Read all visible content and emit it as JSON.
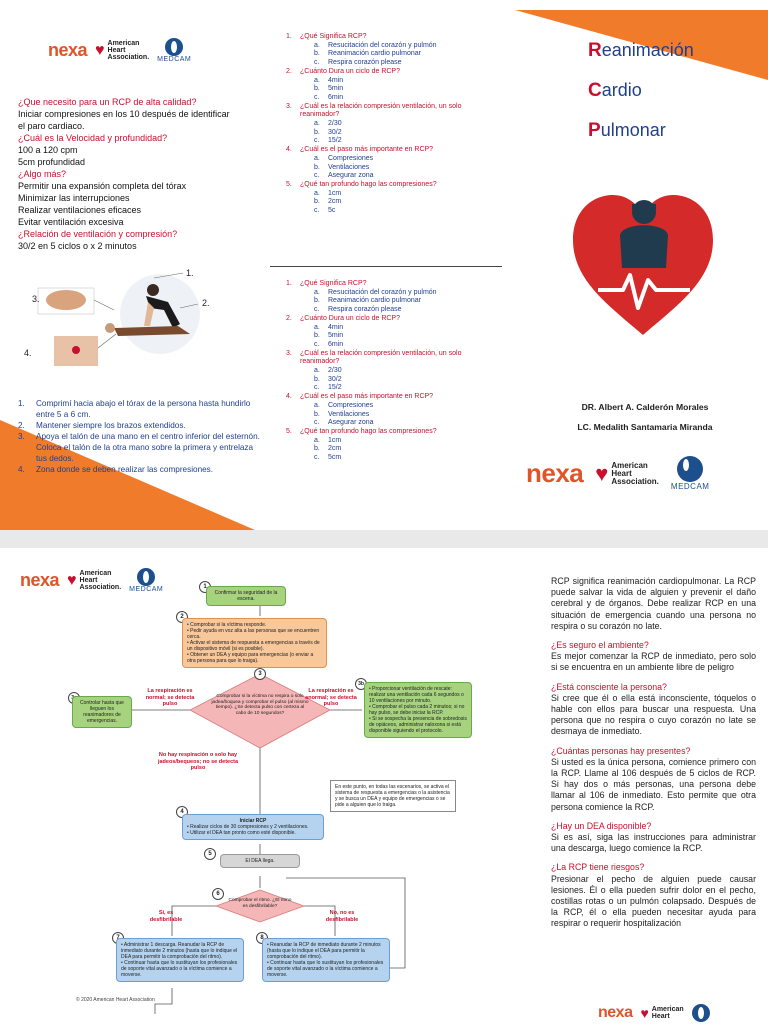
{
  "brand": {
    "nexa": "nexa",
    "aha_line1": "American",
    "aha_line2": "Heart",
    "aha_line3": "Association.",
    "medcam": "MEDCAM"
  },
  "left": {
    "items": [
      {
        "kind": "q",
        "text": "¿Que necesito para un RCP de alta calidad?"
      },
      {
        "kind": "a",
        "text": "Iniciar compresiones en los 10 después de identificar"
      },
      {
        "kind": "a",
        "text": " el paro cardiaco."
      },
      {
        "kind": "q",
        "text": "¿Cuál es la Velocidad y profundidad?"
      },
      {
        "kind": "a",
        "text": "100 a 120 cpm"
      },
      {
        "kind": "a",
        "text": "5cm profundidad"
      },
      {
        "kind": "q",
        "text": "¿Algo más?"
      },
      {
        "kind": "a",
        "text": "Permitir una expansión completa del tórax"
      },
      {
        "kind": "a",
        "text": "Minimizar las interrupciones"
      },
      {
        "kind": "a",
        "text": "Realizar ventilaciones eficaces"
      },
      {
        "kind": "a",
        "text": "Evitar ventilación excesiva"
      },
      {
        "kind": "q",
        "text": "¿Relación de ventilación y compresión?"
      },
      {
        "kind": "a",
        "text": "30/2 en 5 ciclos o x 2 minutos"
      }
    ],
    "figure_labels": [
      "1.",
      "2.",
      "3.",
      "4."
    ],
    "steps": [
      {
        "n": "1.",
        "text": "Comprimí hacia abajo el tórax de la persona hasta hundirlo entre 5 a 6 cm."
      },
      {
        "n": "2.",
        "text": "Mantener siempre los brazos extendidos."
      },
      {
        "n": "3.",
        "text": "Apoya el talón de una mano en el centro inferior del esternón. Coloca el talón de la otra mano sobre la primera y entrelaza tus dedos."
      },
      {
        "n": "4.",
        "text": "Zona donde se deben realizar las compresiones."
      }
    ]
  },
  "quiz_a": [
    {
      "n": "1.",
      "q": "¿Qué Significa RCP?",
      "opts": [
        {
          "l": "a.",
          "t": "Resucitación del corazón y pulmón"
        },
        {
          "l": "b.",
          "t": "Reanimación cardio pulmonar"
        },
        {
          "l": "c.",
          "t": "Respira corazón please"
        }
      ]
    },
    {
      "n": "2.",
      "q": "¿Cuánto Dura un ciclo de RCP?",
      "opts": [
        {
          "l": "a.",
          "t": "4min"
        },
        {
          "l": "b.",
          "t": "5min"
        },
        {
          "l": "c.",
          "t": "6min"
        }
      ]
    },
    {
      "n": "3.",
      "q": "¿Cuál es la relación compresión ventilación, un solo reanimador?",
      "opts": [
        {
          "l": "a.",
          "t": "2/30"
        },
        {
          "l": "b.",
          "t": "30/2"
        },
        {
          "l": "c.",
          "t": "15/2"
        }
      ]
    },
    {
      "n": "4.",
      "q": "¿Cuál es el paso más importante en RCP?",
      "opts": [
        {
          "l": "a.",
          "t": "Compresiones"
        },
        {
          "l": "b.",
          "t": "Ventilaciones"
        },
        {
          "l": "c.",
          "t": "Asegurar zona"
        }
      ]
    },
    {
      "n": "5.",
      "q": "¿Qué tan profundo hago las compresiones?",
      "opts": [
        {
          "l": "a.",
          "t": "1cm"
        },
        {
          "l": "b.",
          "t": "2cm"
        },
        {
          "l": "c.",
          "t": "5c"
        }
      ]
    }
  ],
  "quiz_b": [
    {
      "n": "1.",
      "q": "¿Qué Significa RCP?",
      "opts": [
        {
          "l": "a.",
          "t": "Resucitación del corazón y pulmón"
        },
        {
          "l": "b.",
          "t": "Reanimación cardio pulmonar"
        },
        {
          "l": "c.",
          "t": "Respira corazón please"
        }
      ]
    },
    {
      "n": "2.",
      "q": "¿Cuánto Dura un ciclo de RCP?",
      "opts": [
        {
          "l": "a.",
          "t": "4min"
        },
        {
          "l": "b.",
          "t": "5min"
        },
        {
          "l": "c.",
          "t": "6min"
        }
      ]
    },
    {
      "n": "3.",
      "q": "¿Cuál es la relación compresión ventilación, un solo reanimador?",
      "opts": [
        {
          "l": "a.",
          "t": "2/30"
        },
        {
          "l": "b.",
          "t": "30/2"
        },
        {
          "l": "c.",
          "t": "15/2"
        }
      ]
    },
    {
      "n": "4.",
      "q": "¿Cuál es el paso más importante en RCP?",
      "opts": [
        {
          "l": "a.",
          "t": "Compresiones"
        },
        {
          "l": "b.",
          "t": "Ventilaciones"
        },
        {
          "l": "c.",
          "t": "Asegurar zona"
        }
      ]
    },
    {
      "n": "5.",
      "q": "¿Qué tan profundo hago las compresiones?",
      "opts": [
        {
          "l": "a.",
          "t": "1cm"
        },
        {
          "l": "b.",
          "t": "2cm"
        },
        {
          "l": "c.",
          "t": "5cm"
        }
      ]
    }
  ],
  "title": {
    "w1_cap": "R",
    "w1_rest": "eanimación",
    "w2_cap": "C",
    "w2_rest": "ardio",
    "w3_cap": "P",
    "w3_rest": "ulmonar"
  },
  "authors": {
    "a1": "DR. Albert A. Calderón Morales",
    "a2": "LC. Medalith Santamaria Miranda"
  },
  "flow": {
    "b1": "Confirmar la seguridad de la escena.",
    "b2": "• Comprobar si la víctima responde.\n• Pedir ayuda en voz alta a las personas que se encuentren cerca.\n• Activar el sistema de respuesta a emergencias a través de un dispositivo móvil (si es posible).\n• Obtener un DEA y equipo para emergencias (o enviar a otra persona para que lo traiga).",
    "b3": "Comprobar si la víctima no respira o solo jadea/boquea y comprobar el pulso (al mismo tiempo). ¿Se detecta pulso con certeza al cabo de 10 segundos?",
    "b3a": "Controlar hasta que lleguen los reanimadores de emergencias.",
    "b3b": "• Proporcionar ventilación de rescate: realizar una ventilación cada 6 segundos o 10 ventilaciones por minuto.\n• Comprobar el pulso cada 2 minutos; si no hay pulso, se debe iniciar la RCP.\n• Si se sospecha la presencia de sobredosis de opiáceos, administrar naloxona si está disponible siguiendo el protocolo.",
    "lbl_left": "La respiración es normal; se detecta pulso",
    "lbl_right": "La respiración es anormal; se detecta pulso",
    "lbl_down": "No hay respiración o solo hay jadeos/bequeos; no se detecta pulso",
    "note": "En este punto, en todas las escenarios, se activa el sistema de respuesta a emergencias o la asistencia y se busca un DEA y equipo de emergencias o se pide a alguien que lo traiga.",
    "b4_title": "Iniciar RCP",
    "b4": "• Realizar ciclos de 30 compresiones y 2 ventilaciones.\n• Utilizar el DEA tan pronto como esté disponible.",
    "b5": "El DEA llega.",
    "b6": "Comprobar el ritmo. ¿El ritmo es desfibrilable?",
    "lbl_yes": "Sí, es desfibrilable",
    "lbl_no": "No, no es desfibrilable",
    "b7": "• Administrar 1 descarga. Reanudar la RCP de inmediato durante 2 minutos (hasta que lo indique el DEA para permitir la comprobación del ritmo).\n• Continuar hasta que lo sustituyan los profesionales de soporte vital avanzado o la víctima comience a moverse.",
    "b8": "• Reanudar la RCP de inmediato durante 2 minutos (hasta que lo indique el DEA para permitir la comprobación del ritmo).\n• Continuar hasta que lo sustituyan los profesionales de soporte vital avanzado o la víctima comience a moverse.",
    "nums": [
      "1",
      "2",
      "3",
      "3a",
      "3b",
      "4",
      "5",
      "6",
      "7",
      "8"
    ],
    "copyright": "© 2020 American Heart Association"
  },
  "right2": [
    {
      "kind": "p",
      "text": "RCP significa reanimación cardiopulmonar. La RCP puede salvar la vida de alguien y prevenir el daño cerebral y de órganos. Debe realizar RCP en una situación de emergencia cuando una persona no respira o su corazón no late."
    },
    {
      "kind": "h",
      "text": "¿Es seguro el ambiente?"
    },
    {
      "kind": "p",
      "text": "Es mejor comenzar la RCP de inmediato, pero solo si se encuentra en un ambiente libre de peligro"
    },
    {
      "kind": "h",
      "text": "¿Está consciente la persona?"
    },
    {
      "kind": "p",
      "text": "Si cree que él o ella está inconsciente, tóquelos o hable con ellos para buscar una respuesta. Una persona que no respira o cuyo corazón no late se desmaya de inmediato."
    },
    {
      "kind": "h",
      "text": "¿Cuántas personas hay presentes?"
    },
    {
      "kind": "p",
      "text": "Si usted es la única persona, comience primero con la RCP. Llame al 106 después de 5 ciclos de RCP. Si hay dos o más personas, una persona debe llamar al 106 de inmediato. Esto permite que otra persona comience la RCP."
    },
    {
      "kind": "h",
      "text": "¿Hay un DEA disponible?"
    },
    {
      "kind": "p",
      "text": "Si es así, siga las instrucciones para administrar una descarga, luego comience la RCP."
    },
    {
      "kind": "h",
      "text": "¿La RCP tiene riesgos?"
    },
    {
      "kind": "p",
      "text": "Presionar el pecho de alguien puede causar lesiones. Él o ella pueden sufrir dolor en el pecho, costillas rotas o un pulmón colapsado. Después de la RCP, él o ella pueden necesitar ayuda para respirar o requerir hospitalización"
    }
  ],
  "colors": {
    "accent_orange": "#f07c2b",
    "red": "#c8102e",
    "navy": "#1f3f8f"
  }
}
